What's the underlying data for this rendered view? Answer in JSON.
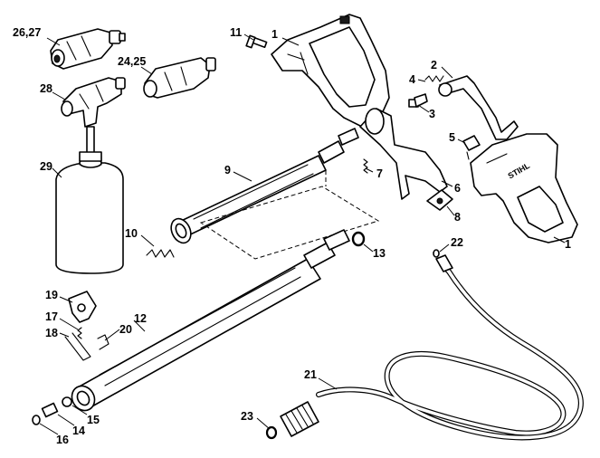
{
  "callouts": [
    {
      "text": "26,27"
    },
    {
      "text": "24,25"
    },
    {
      "text": "28"
    },
    {
      "text": "29"
    },
    {
      "text": "11"
    },
    {
      "text": "1"
    },
    {
      "text": "4"
    },
    {
      "text": "3"
    },
    {
      "text": "2"
    },
    {
      "text": "5"
    },
    {
      "text": "9"
    },
    {
      "text": "7"
    },
    {
      "text": "6"
    },
    {
      "text": "8"
    },
    {
      "text": "1"
    },
    {
      "text": "10"
    },
    {
      "text": "13"
    },
    {
      "text": "22"
    },
    {
      "text": "19"
    },
    {
      "text": "17"
    },
    {
      "text": "18"
    },
    {
      "text": "20"
    },
    {
      "text": "12"
    },
    {
      "text": "21"
    },
    {
      "text": "23"
    },
    {
      "text": "15"
    },
    {
      "text": "14"
    },
    {
      "text": "16"
    }
  ],
  "handle_logo": {
    "text": "STIHL"
  }
}
